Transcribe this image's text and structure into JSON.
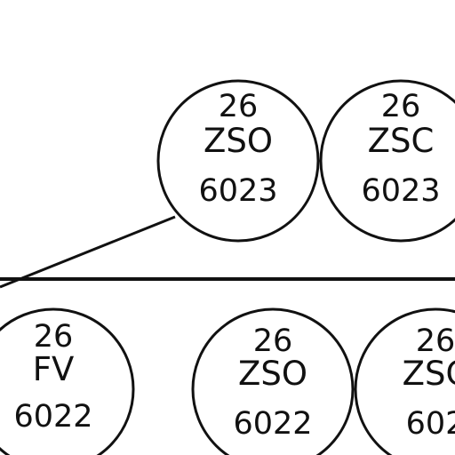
{
  "instruments": [
    {
      "number": "26",
      "function": "ZSO",
      "loop": "6023"
    },
    {
      "number": "26",
      "function": "ZSC",
      "loop": "6023"
    },
    {
      "number": "26",
      "function": "FV",
      "loop": "6022"
    },
    {
      "number": "26",
      "function": "ZSO",
      "loop": "6022"
    },
    {
      "number": "26",
      "function": "ZSC",
      "loop": "602"
    }
  ]
}
